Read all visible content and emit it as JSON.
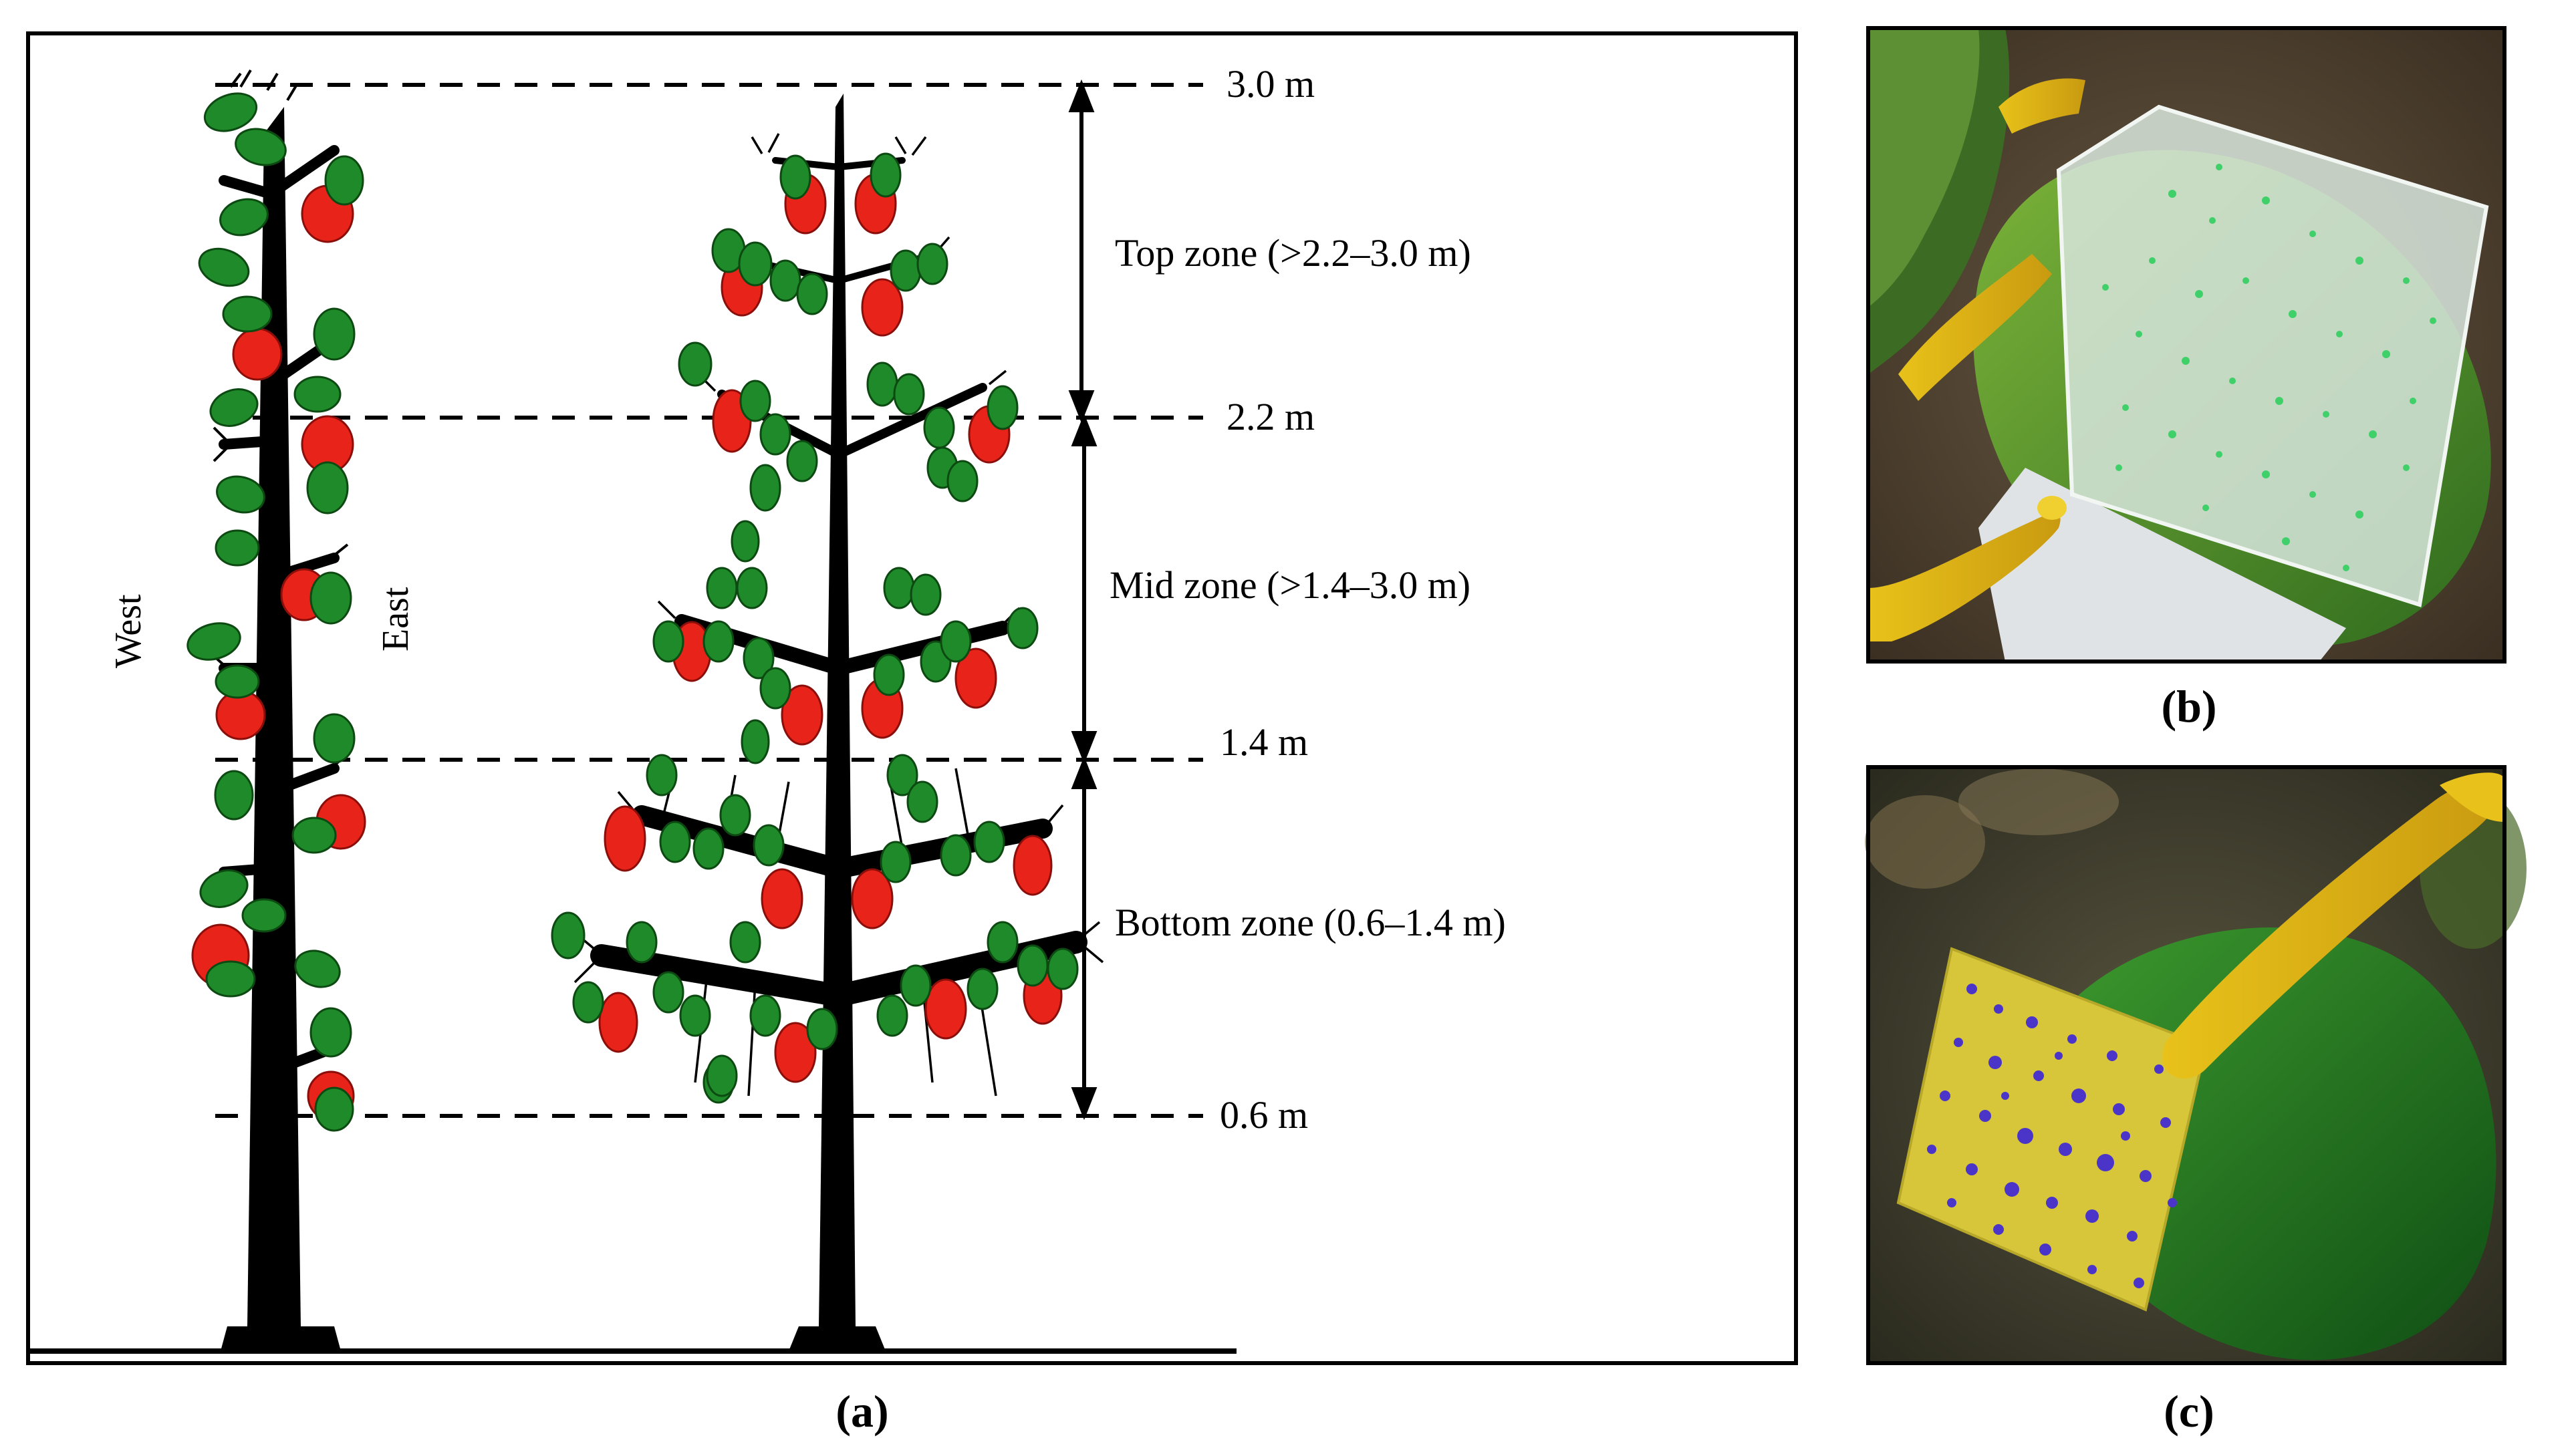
{
  "panel_a": {
    "caption": "(a)",
    "height_levels": [
      "3.0 m",
      "2.2 m",
      "1.4 m",
      "0.6 m"
    ],
    "zones": {
      "top": "Top zone (>2.2–3.0 m)",
      "mid": "Mid zone (>1.4–3.0 m)",
      "bottom": "Bottom zone (0.6–1.4 m)"
    },
    "side_labels": {
      "west": "West",
      "east": "East"
    }
  },
  "panel_b": {
    "caption": "(b)"
  },
  "panel_c": {
    "caption": "(c)"
  },
  "colors": {
    "leaf": "#1f8a2a",
    "apple": "#e8231a",
    "trunk": "#000000",
    "card_yellow": "#d8c63a",
    "droplet_blue": "#4a35c8",
    "droplet_green": "#3fd06a"
  }
}
